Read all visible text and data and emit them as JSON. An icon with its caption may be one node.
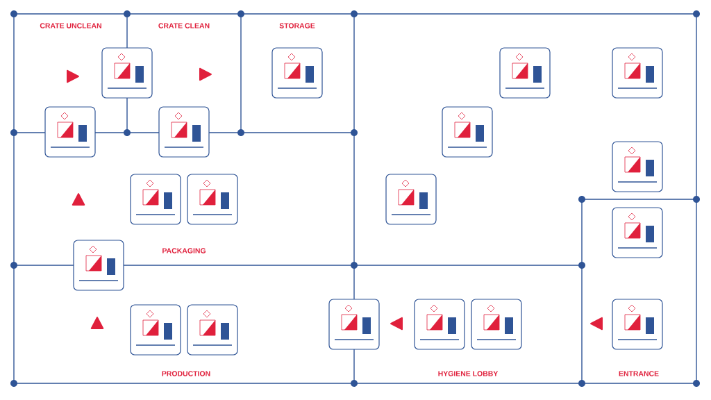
{
  "diagram": {
    "labels": [
      "CRATE UNCLEAN",
      "CRATE CLEAN",
      "STORAGE",
      "PACKAGING",
      "PRODUCTION",
      "HYGIENE LOBBY",
      "ENTRANCE"
    ]
  }
}
